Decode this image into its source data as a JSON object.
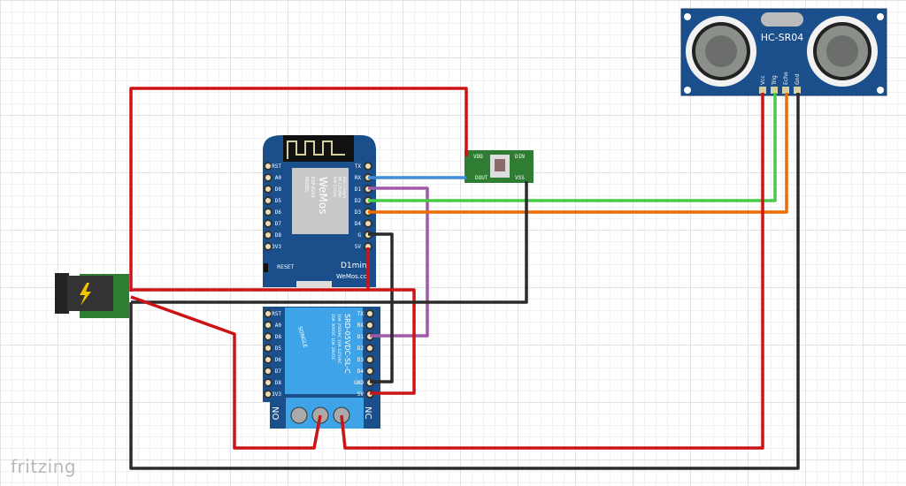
{
  "canvas": {
    "app_logo": "fritzing",
    "wire_colors": {
      "red": "#cc1414",
      "blue": "#418dd9",
      "purple": "#a05aa8",
      "green": "#47cc47",
      "orange": "#ef6c00",
      "black": "#2a2a2a"
    }
  },
  "d1mini": {
    "left_pins": [
      "RST",
      "A0",
      "D8",
      "D5",
      "D6",
      "D7",
      "D8",
      "3V3"
    ],
    "right_pins": [
      "TX",
      "RX",
      "D1",
      "D2",
      "D3",
      "D4",
      "G",
      "5V"
    ],
    "chip_text": [
      "MODEL",
      "ESP-8266",
      "ISM 2.4GHz",
      "PA +25dBm",
      "802.11b/g/n"
    ],
    "brand": "WeMos",
    "reset_label": "RESET",
    "board_name": "D1mini",
    "board_brand": "WeMos.cc"
  },
  "relay": {
    "left_pins": [
      "RST",
      "A0",
      "D8",
      "D5",
      "D6",
      "D7",
      "D8",
      "3V3"
    ],
    "right_pins": [
      "TX",
      "RX",
      "D1",
      "D2",
      "D3",
      "D4",
      "GND",
      "5V"
    ],
    "relay_model": "SRD-05VDC-SL-C",
    "relay_brand": "SONGLE",
    "ratings": [
      "10A 250VAC 10A 125VAC",
      "10A 30VDC 10A 28VDC"
    ],
    "terminal_no": "NO",
    "terminal_nc": "NC"
  },
  "led": {
    "pins": [
      "VDD",
      "DIN",
      "DOUT",
      "VSS"
    ]
  },
  "sonar": {
    "title": "HC-SR04",
    "pins": [
      "Vcc",
      "Trig",
      "Echo",
      "Gnd"
    ]
  }
}
